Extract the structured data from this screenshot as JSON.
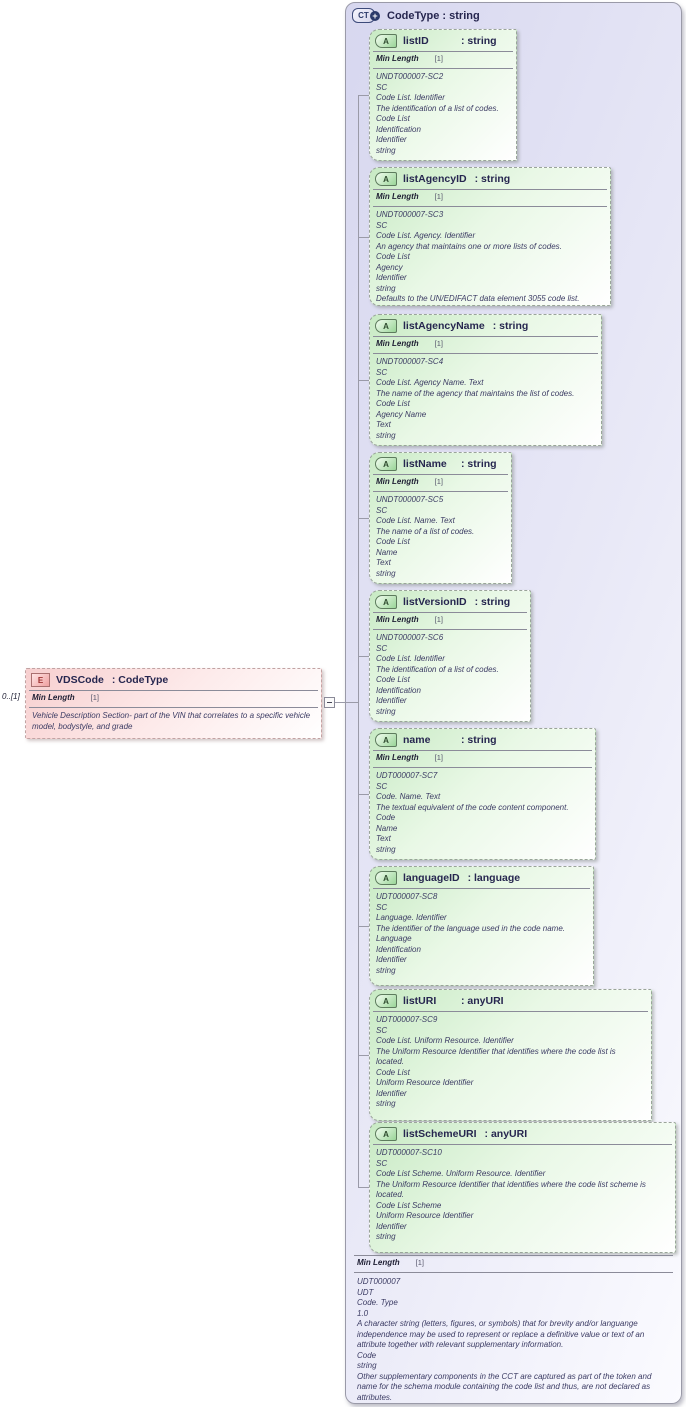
{
  "colors": {
    "container_fill": "#d7d7ef",
    "attribute_fill": "#c8eac4",
    "element_fill": "#f7cfcf",
    "title_text": "#26264f",
    "annotation_text": "#3b3b63"
  },
  "element": {
    "cardinality": "0..[1]",
    "icon": "E",
    "name": "VDSCode",
    "type_label": ": CodeType",
    "facet": {
      "name": "Min Length",
      "value": "[1]"
    },
    "annotation": "Vehicle Description Section- part of the VIN that correlates to a specific vehicle model, bodystyle, and grade"
  },
  "complex_type": {
    "icon": "CT",
    "plus": "+",
    "title": "CodeType : string",
    "facet": {
      "name": "Min Length",
      "value": "[1]"
    },
    "lines": [
      "UDT000007",
      "UDT",
      "Code. Type",
      "1.0",
      "A character string (letters, figures, or symbols) that for brevity and/or languange independence may be used to represent or replace a definitive value or text of an attribute together with relevant supplementary information.",
      "Code",
      "string",
      "Other supplementary components in the CCT are captured as part of the token and name for the schema module containing the code list and thus, are not declared as attributes."
    ],
    "attributes": [
      {
        "icon": "A",
        "name": "listID",
        "type_label": ": string",
        "facet": {
          "name": "Min Length",
          "value": "[1]"
        },
        "lines": [
          "UNDT000007-SC2",
          "SC",
          "Code List. Identifier",
          "The identification of a list of codes.",
          "Code List",
          "Identification",
          "Identifier",
          "string"
        ]
      },
      {
        "icon": "A",
        "name": "listAgencyID",
        "type_label": ": string",
        "facet": {
          "name": "Min Length",
          "value": "[1]"
        },
        "lines": [
          "UNDT000007-SC3",
          "SC",
          "Code List. Agency. Identifier",
          "An agency that maintains one or more lists of codes.",
          "Code List",
          "Agency",
          "Identifier",
          "string",
          "Defaults to the UN/EDIFACT data element 3055 code list."
        ]
      },
      {
        "icon": "A",
        "name": "listAgencyName",
        "type_label": ": string",
        "facet": {
          "name": "Min Length",
          "value": "[1]"
        },
        "lines": [
          "UNDT000007-SC4",
          "SC",
          "Code List. Agency Name. Text",
          "The name of the agency that maintains the list of codes.",
          "Code List",
          "Agency Name",
          "Text",
          "string"
        ]
      },
      {
        "icon": "A",
        "name": "listName",
        "type_label": ": string",
        "facet": {
          "name": "Min Length",
          "value": "[1]"
        },
        "lines": [
          "UNDT000007-SC5",
          "SC",
          "Code List. Name. Text",
          "The name of a list of codes.",
          "Code List",
          "Name",
          "Text",
          "string"
        ]
      },
      {
        "icon": "A",
        "name": "listVersionID",
        "type_label": ": string",
        "facet": {
          "name": "Min Length",
          "value": "[1]"
        },
        "lines": [
          "UNDT000007-SC6",
          "SC",
          "Code List. Identifier",
          "The identification of a list of codes.",
          "Code List",
          "Identification",
          "Identifier",
          "string"
        ]
      },
      {
        "icon": "A",
        "name": "name",
        "type_label": ": string",
        "facet": {
          "name": "Min Length",
          "value": "[1]"
        },
        "lines": [
          "UDT000007-SC7",
          "SC",
          "Code. Name. Text",
          "The textual equivalent of the code content component.",
          "Code",
          "Name",
          "Text",
          "string"
        ]
      },
      {
        "icon": "A",
        "name": "languageID",
        "type_label": ": language",
        "lines": [
          "UDT000007-SC8",
          "SC",
          "Language. Identifier",
          "The identifier of the language used in the code name.",
          "Language",
          "Identification",
          "Identifier",
          "string"
        ]
      },
      {
        "icon": "A",
        "name": "listURI",
        "type_label": ": anyURI",
        "lines": [
          "UDT000007-SC9",
          "SC",
          "Code List. Uniform Resource. Identifier",
          "The Uniform Resource Identifier that identifies where the code list is located.",
          "Code List",
          "Uniform Resource Identifier",
          "Identifier",
          "string"
        ]
      },
      {
        "icon": "A",
        "name": "listSchemeURI",
        "type_label": ": anyURI",
        "lines": [
          "UDT000007-SC10",
          "SC",
          "Code List Scheme. Uniform Resource. Identifier",
          "The Uniform Resource Identifier that identifies where the code list scheme is located.",
          "Code List Scheme",
          "Uniform Resource Identifier",
          "Identifier",
          "string"
        ]
      }
    ]
  }
}
